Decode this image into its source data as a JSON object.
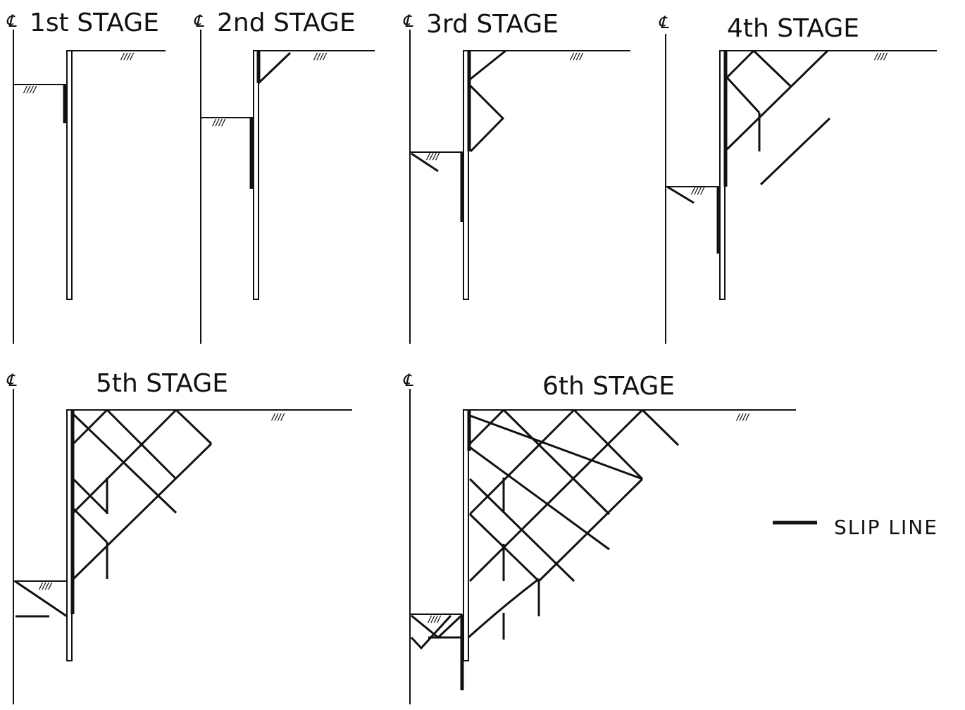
{
  "stages": [
    {
      "title": "1st STAGE",
      "centerline": "℄"
    },
    {
      "title": "2nd STAGE",
      "centerline": "℄"
    },
    {
      "title": "3rd STAGE",
      "centerline": "℄"
    },
    {
      "title": "4th STAGE",
      "centerline": "℄"
    },
    {
      "title": "5th STAGE",
      "centerline": "℄"
    },
    {
      "title": "6th STAGE",
      "centerline": "℄"
    }
  ],
  "ground_hatch": "////",
  "legend": {
    "label": "SLIP LINE"
  }
}
